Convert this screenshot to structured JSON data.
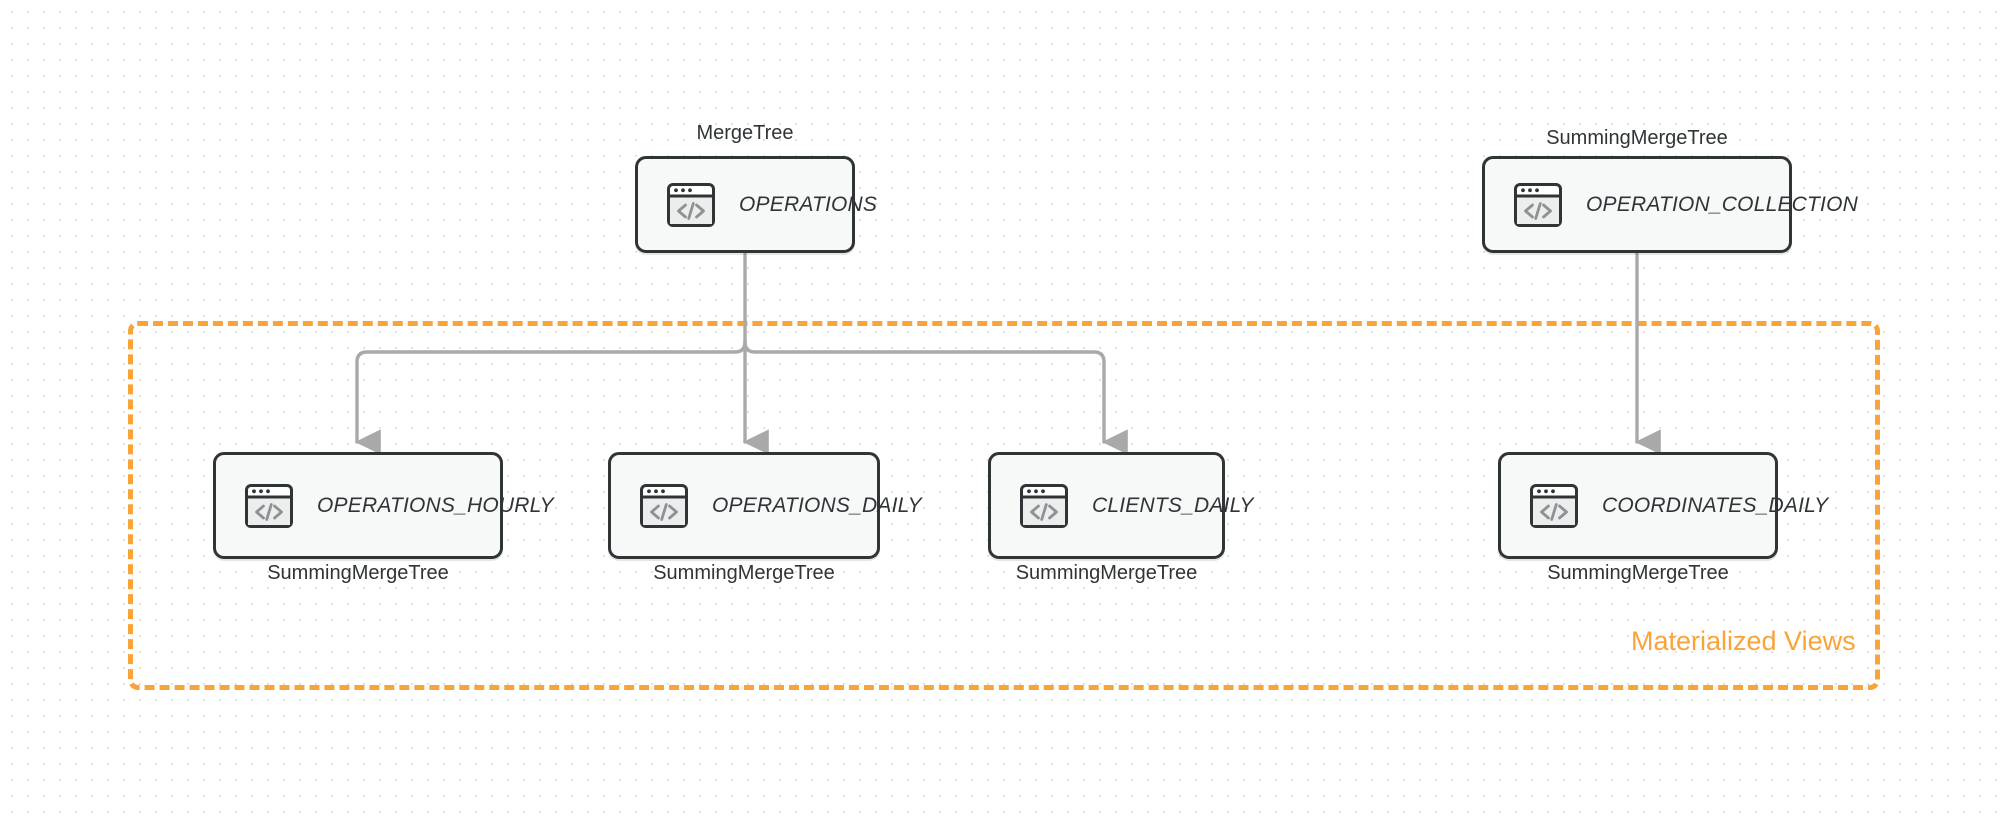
{
  "diagram": {
    "background": {
      "grid": "dot-grid",
      "page_color": "#ffffff",
      "dot_color": "#e3e0de"
    },
    "colors": {
      "node_border": "#2f3437",
      "node_fill": "#f7f8f8",
      "connector": "#a9a9a9",
      "group_accent": "#f9a338"
    },
    "group": {
      "label": "Materialized Views",
      "border_style": "dashed"
    },
    "icon_name": "code-window-icon",
    "nodes": [
      {
        "id": "operations",
        "title": "OPERATIONS",
        "engine": "MergeTree",
        "engine_position": "above",
        "icon": "code-window-icon"
      },
      {
        "id": "operation_collection",
        "title": "OPERATION_COLLECTION",
        "engine": "SummingMergeTree",
        "engine_position": "above",
        "icon": "code-window-icon"
      },
      {
        "id": "operations_hourly",
        "title": "OPERATIONS_HOURLY",
        "engine": "SummingMergeTree",
        "engine_position": "below",
        "icon": "code-window-icon"
      },
      {
        "id": "operations_daily",
        "title": "OPERATIONS_DAILY",
        "engine": "SummingMergeTree",
        "engine_position": "below",
        "icon": "code-window-icon"
      },
      {
        "id": "clients_daily",
        "title": "CLIENTS_DAILY",
        "engine": "SummingMergeTree",
        "engine_position": "below",
        "icon": "code-window-icon"
      },
      {
        "id": "coordinates_daily",
        "title": "COORDINATES_DAILY",
        "engine": "SummingMergeTree",
        "engine_position": "below",
        "icon": "code-window-icon"
      }
    ],
    "edges": [
      {
        "from": "operations",
        "to": "operations_hourly",
        "arrow": true
      },
      {
        "from": "operations",
        "to": "operations_daily",
        "arrow": true
      },
      {
        "from": "operations",
        "to": "clients_daily",
        "arrow": true
      },
      {
        "from": "operation_collection",
        "to": "coordinates_daily",
        "arrow": true
      }
    ]
  }
}
